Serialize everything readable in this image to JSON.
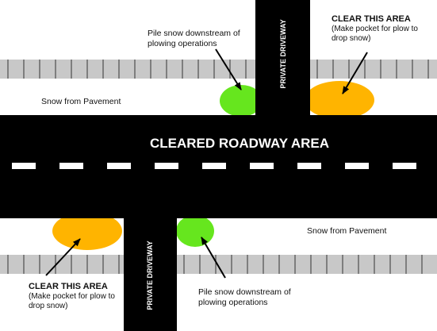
{
  "road_label": "CLEARED ROADWAY AREA",
  "driveway_label_top": "PRIVATE DRIVEWAY",
  "driveway_label_bottom": "PRIVATE DRIVEWAY",
  "snow_pavement_top": "Snow from Pavement",
  "snow_pavement_bottom": "Snow from Pavement",
  "pile_note_top": "Pile snow downstream of plowing operations",
  "pile_note_bottom": "Pile snow downstream of plowing operations",
  "clear_area_top": {
    "title": "CLEAR THIS AREA",
    "note": "(Make pocket for plow to drop snow)"
  },
  "clear_area_bottom": {
    "title": "CLEAR THIS AREA",
    "note": "(Make pocket for plow to drop snow)"
  },
  "colors": {
    "road": "#000000",
    "lane_marking": "#ffffff",
    "sidewalk": "#c8c8c8",
    "pile_snow": "#66e61e",
    "clear_pocket": "#ffb400"
  }
}
